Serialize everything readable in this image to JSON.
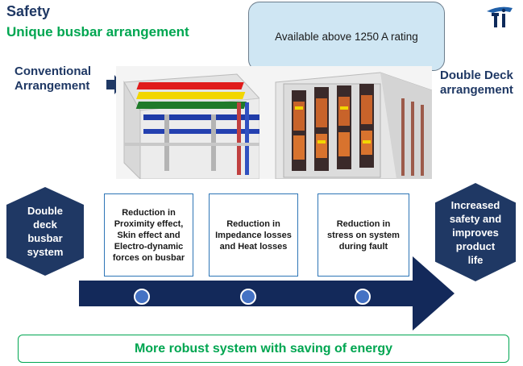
{
  "header": {
    "title": "Safety",
    "subtitle": "Unique busbar arrangement"
  },
  "logo": {
    "icon": "ti-logo-icon"
  },
  "callout": {
    "text": "Available above 1250 A rating"
  },
  "labels": {
    "conventional_line1": "Conventional",
    "conventional_line2": "Arrangement",
    "double_deck_line1": "Double Deck",
    "double_deck_line2": "arrangement"
  },
  "flow": {
    "start_hex": [
      "Double",
      "deck",
      "busbar",
      "system"
    ],
    "steps": [
      [
        "Reduction in",
        "Proximity effect,",
        "Skin effect and",
        "Electro-dynamic",
        "forces on busbar"
      ],
      [
        "Reduction in",
        "Impedance losses",
        "and Heat losses"
      ],
      [
        "Reduction in",
        "stress on system",
        "during fault"
      ]
    ],
    "end_hex": [
      "Increased",
      "safety and",
      "improves",
      "product",
      "life"
    ]
  },
  "footer": {
    "text": "More robust system with saving of energy"
  },
  "colors": {
    "navy": "#1f3864",
    "green": "#00a651",
    "box_border": "#2e75b6",
    "dot": "#4472c4",
    "callout_bg": "#cfe6f3"
  }
}
